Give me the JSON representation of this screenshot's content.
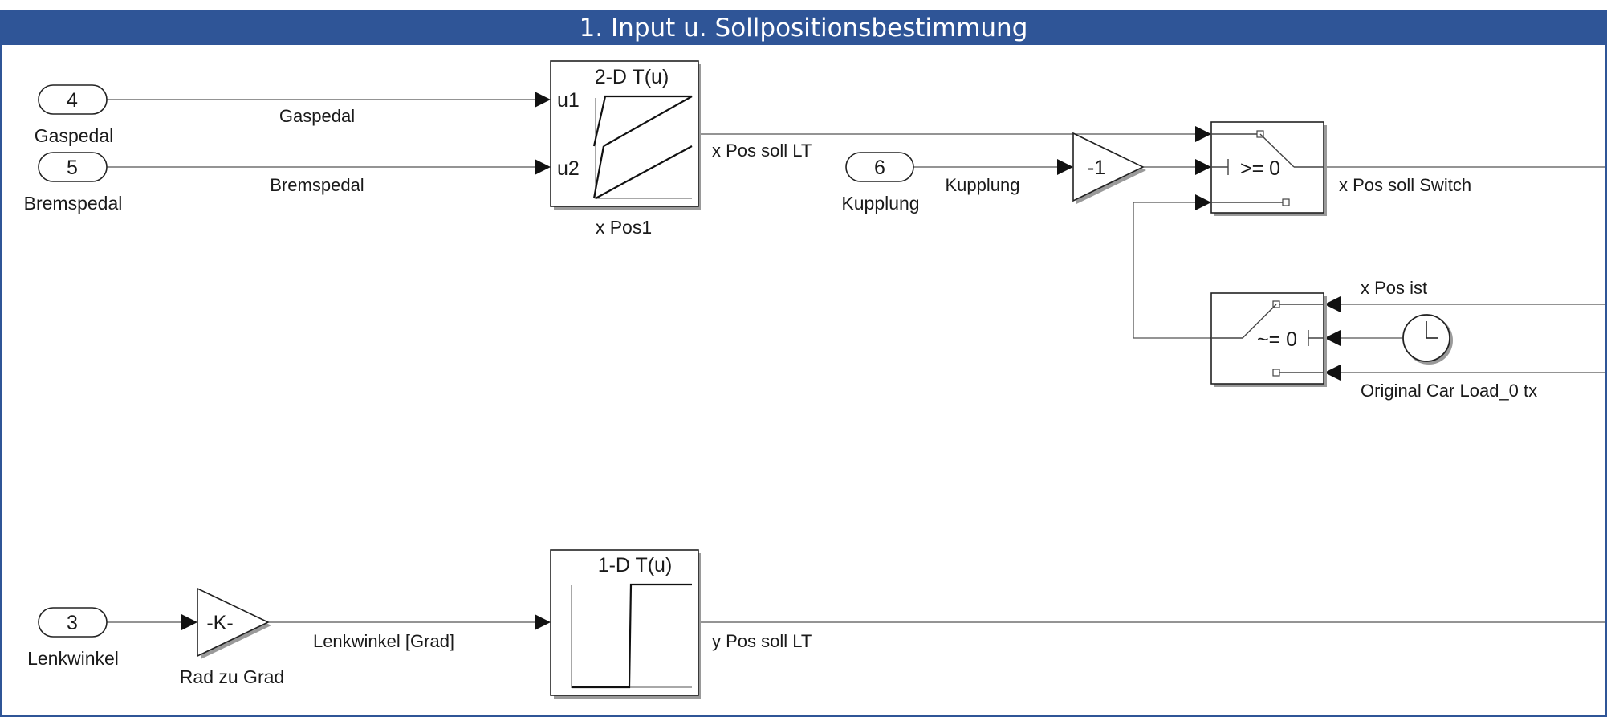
{
  "title": "1. Input u. Sollpositionsbestimmung",
  "colors": {
    "title_bar": "#2f5597",
    "title_text": "#ffffff",
    "wire": "#555555"
  },
  "inports": {
    "gaspedal": {
      "number": "4",
      "name": "Gaspedal"
    },
    "bremspedal": {
      "number": "5",
      "name": "Bremspedal"
    },
    "kupplung": {
      "number": "6",
      "name": "Kupplung"
    },
    "lenkwinkel": {
      "number": "3",
      "name": "Lenkwinkel"
    }
  },
  "lookup_2d": {
    "header": "2-D T(u)",
    "in1": "u1",
    "in2": "u2",
    "name": "x Pos1"
  },
  "lookup_1d": {
    "header": "1-D T(u)"
  },
  "gain_neg": {
    "value": "-1"
  },
  "gain_k": {
    "value": "-K-",
    "name": "Rad zu Grad"
  },
  "switch_upper": {
    "criterion": ">= 0"
  },
  "switch_lower": {
    "criterion": "~= 0"
  },
  "clock": {
    "icon": "clock-icon"
  },
  "signals": {
    "gaspedal": "Gaspedal",
    "bremspedal": "Bremspedal",
    "x_pos_soll_lt": "x Pos soll LT",
    "kupplung": "Kupplung",
    "x_pos_soll_switch": "x Pos soll Switch",
    "x_pos_ist": "x Pos ist",
    "original_car_load": "Original Car Load_0 tx",
    "lenkwinkel_grad": "Lenkwinkel [Grad]",
    "y_pos_soll_lt": "y Pos soll LT"
  }
}
